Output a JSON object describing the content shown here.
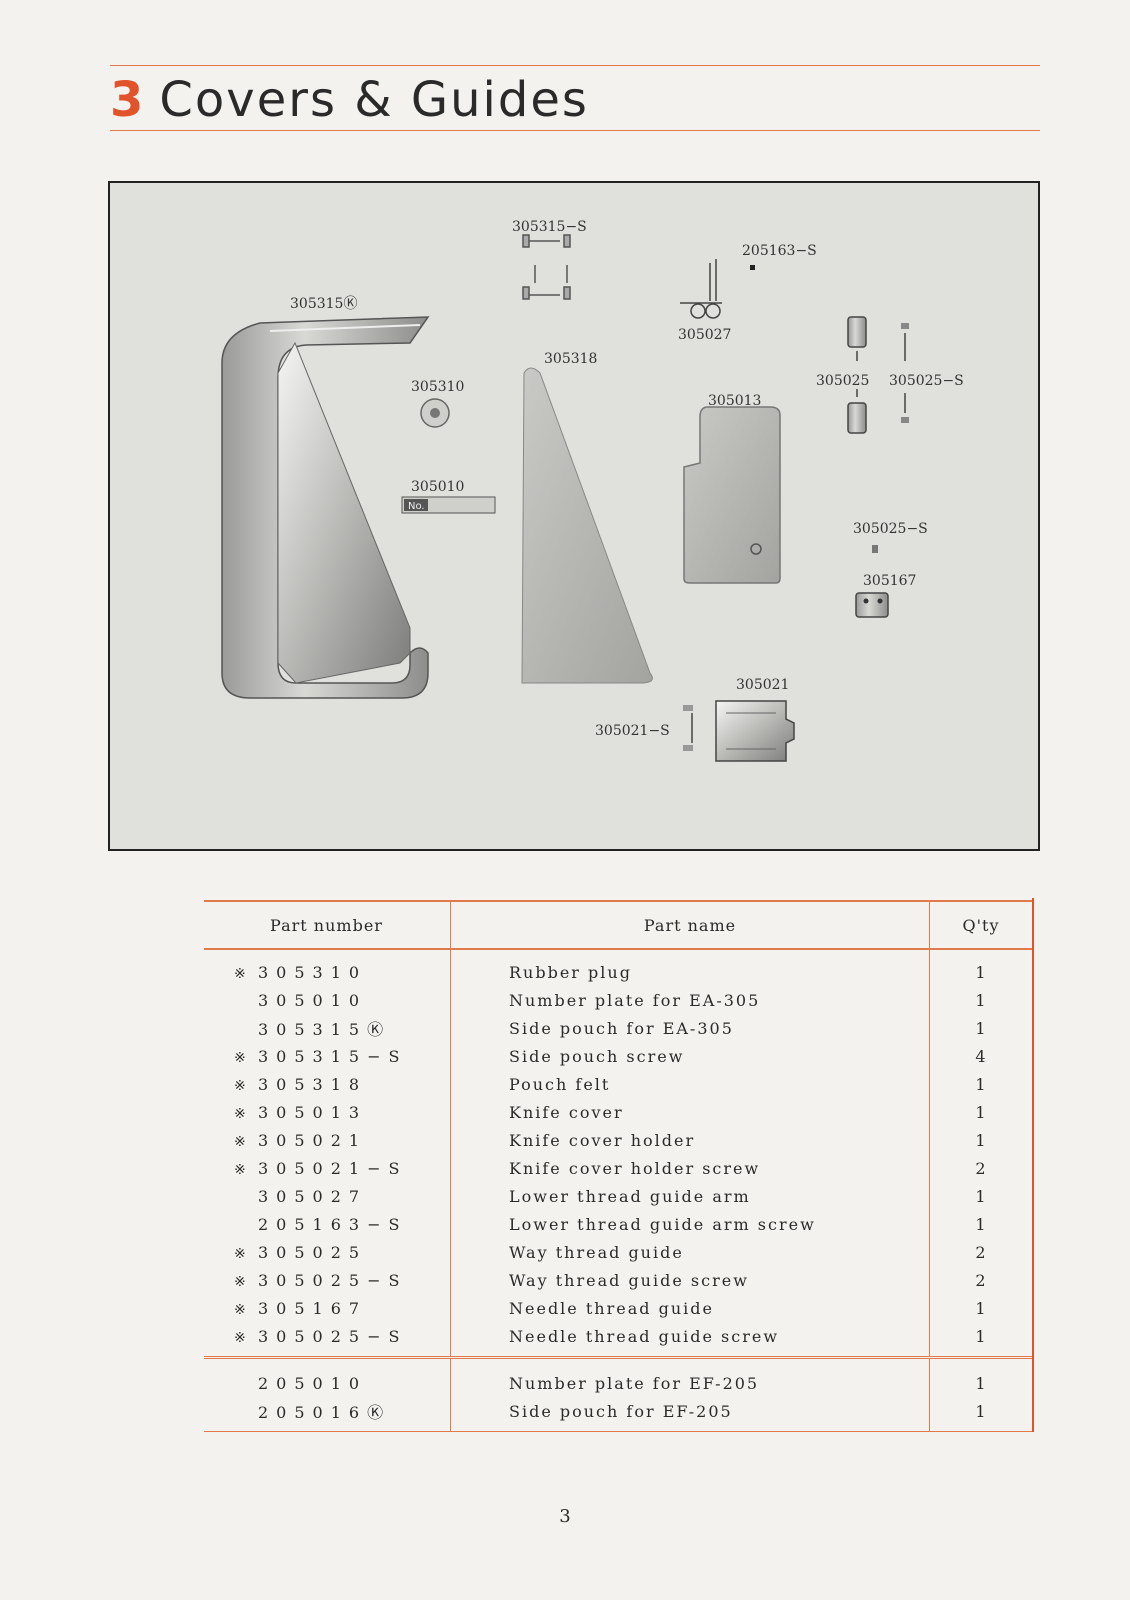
{
  "header": {
    "number": "3",
    "title": "Covers & Guides"
  },
  "diagram": {
    "labels": {
      "l305315k": "305315Ⓚ",
      "l305315s": "305315−S",
      "l205163s": "205163−S",
      "l305027": "305027",
      "l305318": "305318",
      "l305310": "305310",
      "l305013": "305013",
      "l305025": "305025",
      "l305025s_a": "305025−S",
      "l305010": "305010",
      "l305025s_b": "305025−S",
      "l305167": "305167",
      "l305021": "305021",
      "l305021s": "305021−S",
      "plate_text": "No."
    }
  },
  "table": {
    "headers": {
      "part_number": "Part number",
      "part_name": "Part name",
      "qty": "Q'ty"
    },
    "rows": [
      {
        "mark": "※",
        "number": "305310",
        "name": "Rubber plug",
        "qty": "1"
      },
      {
        "mark": "",
        "number": "305010",
        "name": "Number plate for EA-305",
        "qty": "1"
      },
      {
        "mark": "",
        "number": "305315Ⓚ",
        "name": "Side pouch for EA-305",
        "qty": "1"
      },
      {
        "mark": "※",
        "number": "305315−S",
        "name": "Side pouch screw",
        "qty": "4"
      },
      {
        "mark": "※",
        "number": "305318",
        "name": "Pouch felt",
        "qty": "1"
      },
      {
        "mark": "※",
        "number": "305013",
        "name": "Knife cover",
        "qty": "1"
      },
      {
        "mark": "※",
        "number": "305021",
        "name": "Knife cover holder",
        "qty": "1"
      },
      {
        "mark": "※",
        "number": "305021−S",
        "name": "Knife cover holder screw",
        "qty": "2"
      },
      {
        "mark": "",
        "number": "305027",
        "name": "Lower thread guide arm",
        "qty": "1"
      },
      {
        "mark": "",
        "number": "205163−S",
        "name": "Lower thread guide arm screw",
        "qty": "1"
      },
      {
        "mark": "※",
        "number": "305025",
        "name": "Way thread guide",
        "qty": "2"
      },
      {
        "mark": "※",
        "number": "305025−S",
        "name": "Way thread guide screw",
        "qty": "2"
      },
      {
        "mark": "※",
        "number": "305167",
        "name": "Needle thread guide",
        "qty": "1"
      },
      {
        "mark": "※",
        "number": "305025−S",
        "name": "Needle thread guide screw",
        "qty": "1"
      }
    ],
    "extra_rows": [
      {
        "mark": "",
        "number": "205010",
        "name": "Number plate for EF-205",
        "qty": "1"
      },
      {
        "mark": "",
        "number": "205016Ⓚ",
        "name": "Side pouch for EF-205",
        "qty": "1"
      }
    ]
  },
  "page_number": "3"
}
